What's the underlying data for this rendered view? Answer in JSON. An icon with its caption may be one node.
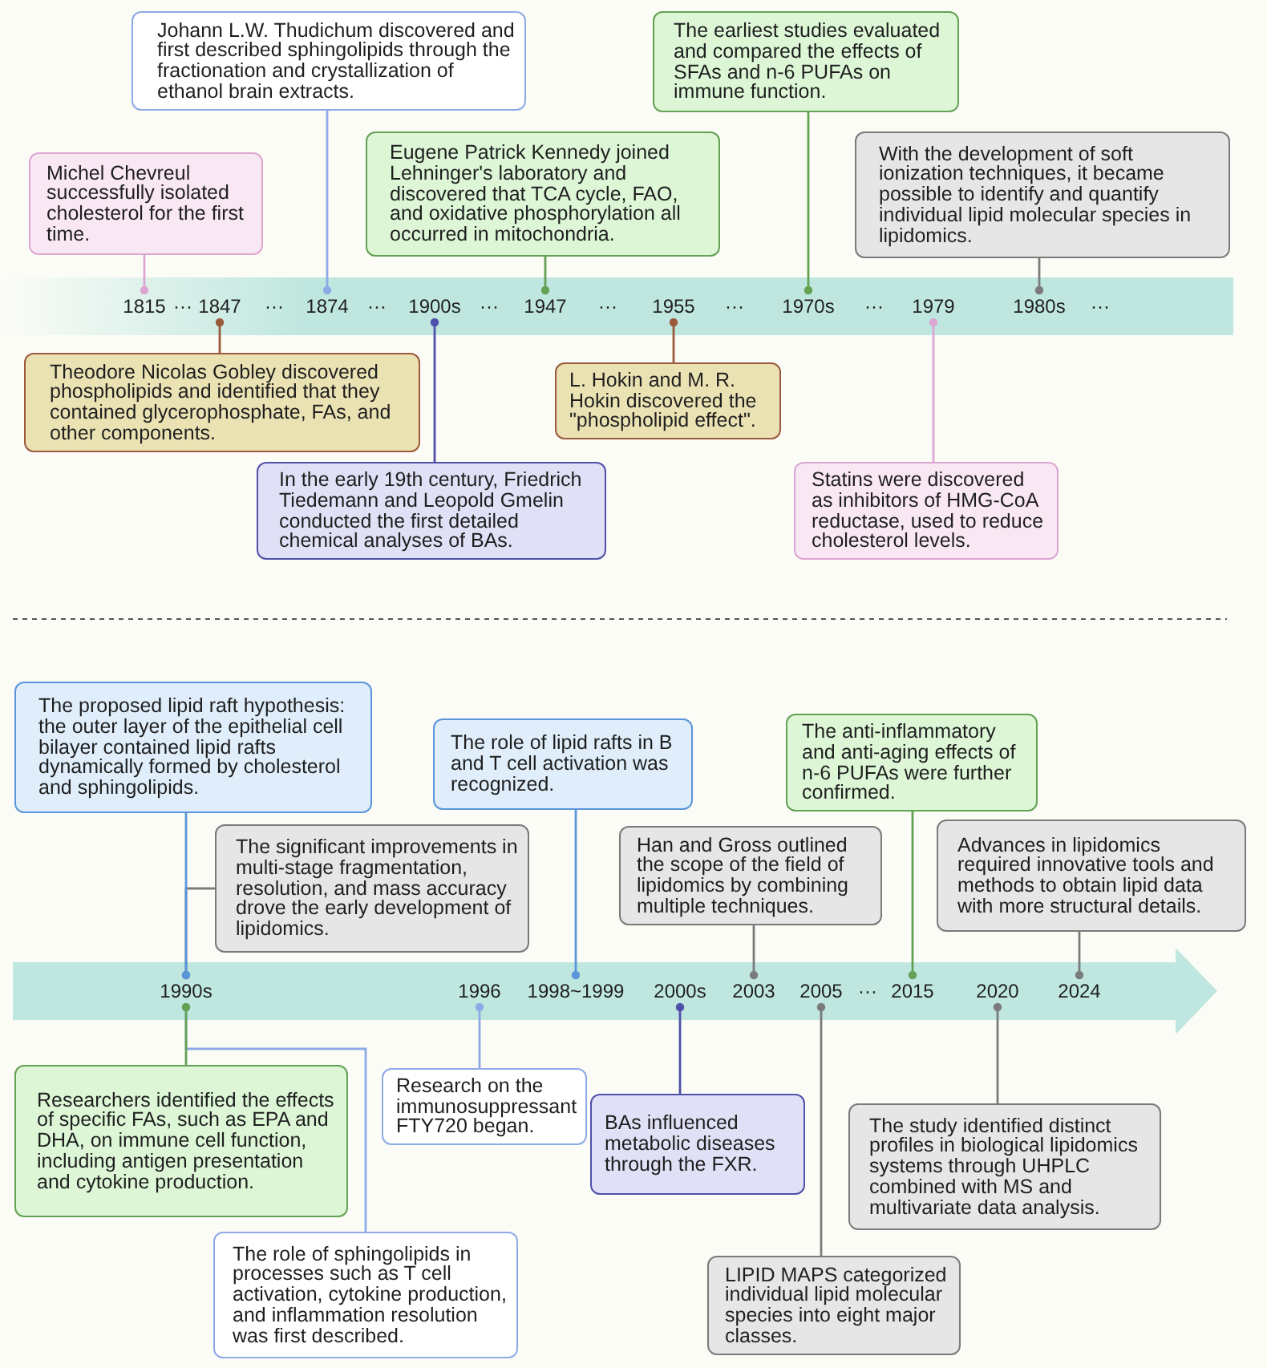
{
  "diagram": {
    "nodes": [
      {
        "text": [
          "Michel Chevreul successfully isolated cholesterol for the first time."
        ]
      },
      {
        "text": [
          "Johann L.W. Thudichum discovered and first described sphingolipids through the fractionation and crystallization of ethanol brain extracts."
        ]
      },
      {
        "text": [
          "Eugene Patrick Kennedy joined Lehninger's laboratory and discovered that TCA cycle, FAO, and oxidative phosphorylation all occurred in mitochondria."
        ]
      },
      {
        "text": [
          "The earliest studies evaluated and compared the effects of SFAs and n-6 PUFAs on immune function."
        ]
      },
      {
        "text": [
          "With the development of soft ionization techniques, it became possible to identify and quantify individual lipid molecular species in lipidomics."
        ]
      },
      {
        "text": [],
        "shape": "bar"
      },
      {
        "text": [
          "1815"
        ],
        "in": 5
      },
      {
        "text": [
          "1847"
        ],
        "in": 5
      },
      {
        "text": [
          "1874"
        ],
        "in": 5
      },
      {
        "text": [
          "1900s"
        ],
        "in": 5
      },
      {
        "text": [
          "1947"
        ],
        "in": 5
      },
      {
        "text": [
          "1955"
        ],
        "in": 5
      },
      {
        "text": [
          "1970s"
        ],
        "in": 5
      },
      {
        "text": [
          "1979"
        ],
        "in": 5
      },
      {
        "text": [
          "1980s"
        ],
        "in": 5
      },
      {
        "text": [
          "Theodore Nicolas Gobley discovered phospholipids and identified that they contained glycerophosphate, FAs, and other components."
        ]
      },
      {
        "text": [
          "In the early 19th century, Friedrich Tiedemann and Leopold Gmelin conducted the first detailed chemical analyses of BAs."
        ]
      },
      {
        "text": [
          "L. Hokin and M. R. Hokin discovered the \"phospholipid effect\"."
        ]
      },
      {
        "text": [
          "Statins were discovered as inhibitors of HMG-CoA reductase, used to reduce cholesterol levels."
        ]
      },
      {
        "text": [
          "The proposed lipid raft hypothesis: the outer layer of the epithelial cell bilayer contained lipid rafts dynamically formed by cholesterol and sphingolipids."
        ]
      },
      {
        "text": [
          "The significant improvements in multi-stage fragmentation, resolution, and mass accuracy drove the early development of lipidomics."
        ]
      },
      {
        "text": [
          "The role of lipid rafts in B and T cell activation was recognized."
        ]
      },
      {
        "text": [
          "Han and Gross outlined the scope of the field of lipidomics by combining multiple techniques."
        ]
      },
      {
        "text": [
          "The anti-inflammatory and anti-aging effects of n-6 PUFAs were further confirmed."
        ]
      },
      {
        "text": [
          "Advances in lipidomics required innovative tools and methods to obtain lipid data with more structural details."
        ]
      },
      {
        "text": [],
        "shape": "arrow"
      },
      {
        "text": [
          "1990s"
        ],
        "in": 25
      },
      {
        "text": [
          "1996"
        ],
        "in": 25
      },
      {
        "text": [
          "1998~1999"
        ],
        "in": 25
      },
      {
        "text": [
          "2000s"
        ],
        "in": 25
      },
      {
        "text": [
          "2003"
        ],
        "in": 25
      },
      {
        "text": [
          "2005"
        ],
        "in": 25
      },
      {
        "text": [
          "2015"
        ],
        "in": 25
      },
      {
        "text": [
          "2020"
        ],
        "in": 25
      },
      {
        "text": [
          "2024"
        ],
        "in": 25
      },
      {
        "text": [
          "Researchers identified the effects of specific FAs, such as EPA and DHA, on immune cell function, including antigen presentation and cytokine production."
        ]
      },
      {
        "text": [
          "Research on the immunosuppressant FTY720 began."
        ]
      },
      {
        "text": [
          "BAs influenced metabolic diseases through the FXR."
        ]
      },
      {
        "text": [
          "The role of sphingolipids in processes such as T cell activation, cytokine production, and inflammation resolution was first described."
        ]
      },
      {
        "text": [
          "LIPID MAPS categorized individual lipid molecular species into eight major classes."
        ]
      },
      {
        "text": [
          "The study identified distinct profiles in biological lipidomics systems through UHPLC combined with MS and multivariate data analysis."
        ]
      }
    ],
    "edges": [
      {
        "from": 0,
        "to": 6,
        "arrow": "other",
        "color": "#dca6d2"
      },
      {
        "from": 1,
        "to": 8,
        "arrow": "other",
        "color": "#8eaae6"
      },
      {
        "from": 2,
        "to": 10,
        "arrow": "other",
        "color": "#63a153"
      },
      {
        "from": 3,
        "to": 12,
        "arrow": "other",
        "color": "#63a153"
      },
      {
        "from": 4,
        "to": 14,
        "arrow": "other"
      },
      {
        "from": 15,
        "to": 7,
        "arrow": "other",
        "color": "#9b5a3c"
      },
      {
        "from": 16,
        "to": 9,
        "arrow": "other",
        "color": "#5050aa"
      },
      {
        "from": 17,
        "to": 11,
        "arrow": "other",
        "color": "#9b5a3c"
      },
      {
        "from": 18,
        "to": 13,
        "arrow": "other",
        "color": "#dca6d2"
      },
      {
        "from": 19,
        "to": 26,
        "arrow": "other",
        "color": "#5a95da"
      },
      {
        "from": 20,
        "to": 26,
        "arrow": "other"
      },
      {
        "from": 21,
        "to": 28,
        "arrow": "other",
        "color": "#5a95da"
      },
      {
        "from": 22,
        "to": 30,
        "arrow": "other"
      },
      {
        "from": 23,
        "to": 32,
        "arrow": "other",
        "color": "#63a153"
      },
      {
        "from": 24,
        "to": 34,
        "arrow": "other"
      },
      {
        "from": 35,
        "to": 26,
        "arrow": "other",
        "color": "#63a153"
      },
      {
        "from": 36,
        "to": 27,
        "arrow": "other",
        "color": "#8eaae6"
      },
      {
        "from": 37,
        "to": 29,
        "arrow": "other",
        "color": "#5050aa"
      },
      {
        "from": 38,
        "to": 26,
        "arrow": "other",
        "color": "#8eaae6"
      },
      {
        "from": 39,
        "to": 31,
        "arrow": "other"
      },
      {
        "from": 40,
        "to": 33,
        "arrow": "other"
      }
    ],
    "labels": [
      "···",
      "···",
      "···",
      "···",
      "···",
      "···",
      "···",
      "···",
      "···"
    ]
  }
}
